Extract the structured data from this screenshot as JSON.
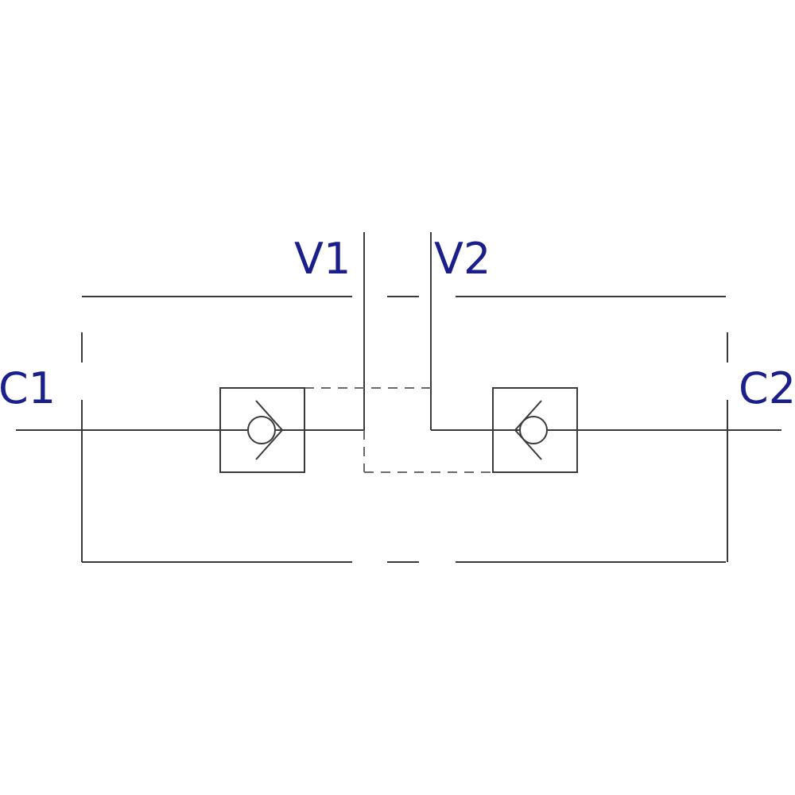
{
  "diagram": {
    "ports": {
      "c1": "C1",
      "c2": "C2",
      "v1": "V1",
      "v2": "V2"
    }
  },
  "colors": {
    "label": "#1a1f8c",
    "line": "#3a3a3a",
    "pilot_line": "#6a6a6a"
  },
  "icons": {
    "valve_symbol": "check-valve-icon"
  }
}
